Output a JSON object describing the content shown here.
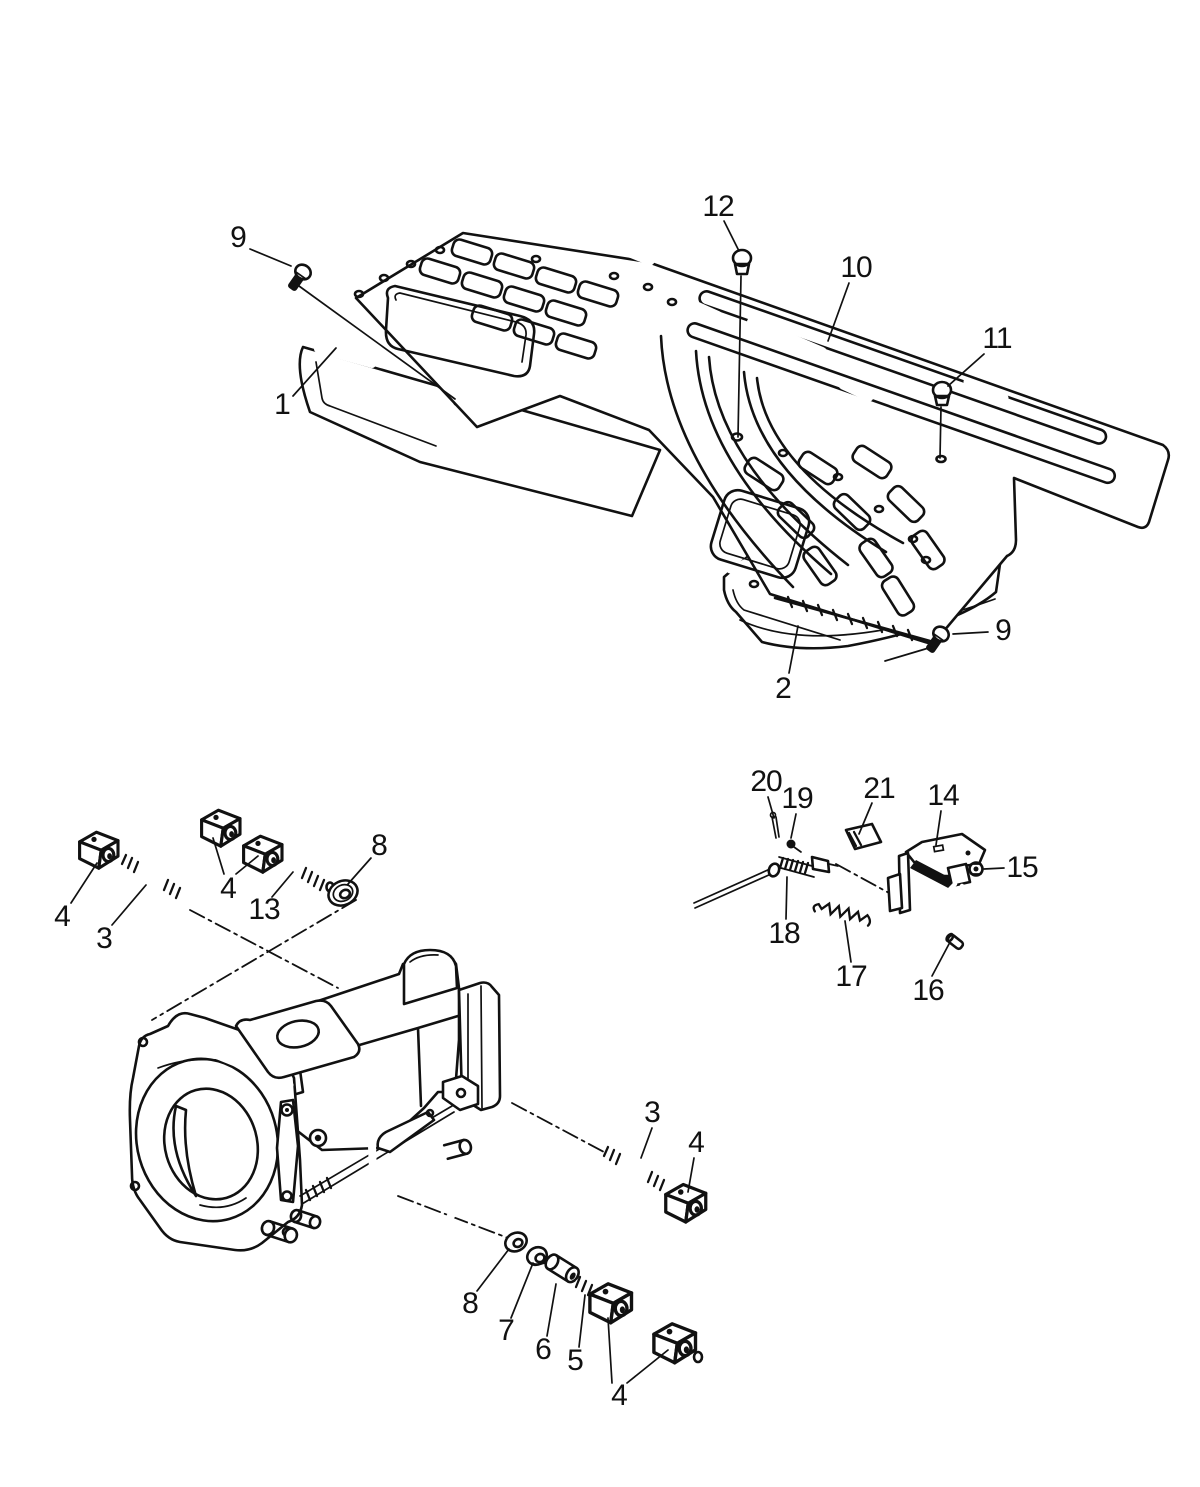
{
  "diagram": {
    "type": "exploded-parts-line-drawing",
    "colors": {
      "background": "#ffffff",
      "line": "#111111"
    }
  },
  "callouts": [
    {
      "label": "9"
    },
    {
      "label": "1"
    },
    {
      "label": "12"
    },
    {
      "label": "10"
    },
    {
      "label": "11"
    },
    {
      "label": "9"
    },
    {
      "label": "2"
    },
    {
      "label": "4"
    },
    {
      "label": "3"
    },
    {
      "label": "4"
    },
    {
      "label": "13"
    },
    {
      "label": "8"
    },
    {
      "label": "3"
    },
    {
      "label": "4"
    },
    {
      "label": "8"
    },
    {
      "label": "7"
    },
    {
      "label": "6"
    },
    {
      "label": "5"
    },
    {
      "label": "4"
    },
    {
      "label": "20"
    },
    {
      "label": "19"
    },
    {
      "label": "21"
    },
    {
      "label": "14"
    },
    {
      "label": "15"
    },
    {
      "label": "18"
    },
    {
      "label": "17"
    },
    {
      "label": "16"
    }
  ]
}
